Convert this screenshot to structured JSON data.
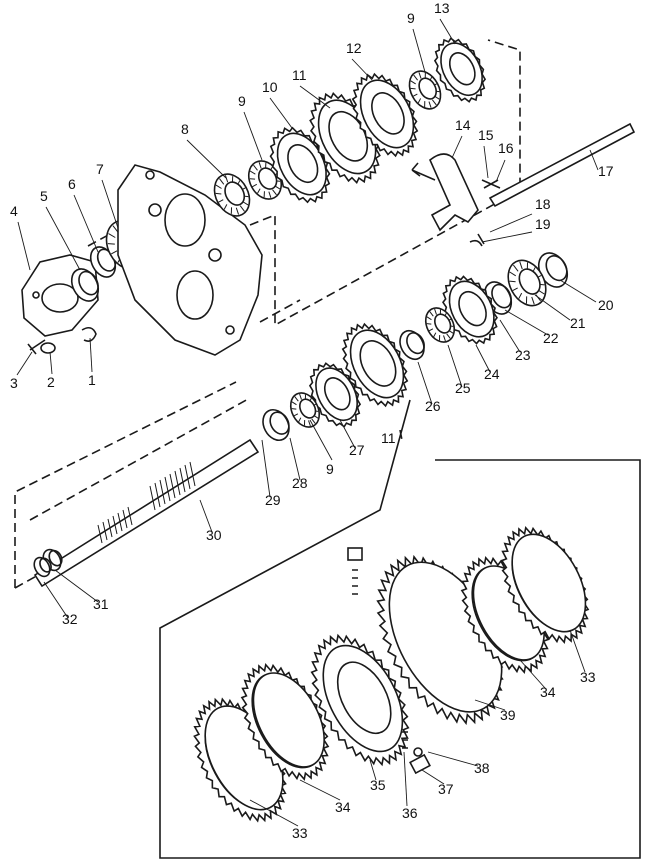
{
  "diagram": {
    "part_labels": [
      {
        "id": "p1",
        "text": "1"
      },
      {
        "id": "p2",
        "text": "2"
      },
      {
        "id": "p3",
        "text": "3"
      },
      {
        "id": "p4",
        "text": "4"
      },
      {
        "id": "p5",
        "text": "5"
      },
      {
        "id": "p6",
        "text": "6"
      },
      {
        "id": "p7",
        "text": "7"
      },
      {
        "id": "p8",
        "text": "8"
      },
      {
        "id": "p9a",
        "text": "9"
      },
      {
        "id": "p9b",
        "text": "9"
      },
      {
        "id": "p9c",
        "text": "9"
      },
      {
        "id": "p10",
        "text": "10"
      },
      {
        "id": "p11a",
        "text": "11"
      },
      {
        "id": "p11b",
        "text": "11"
      },
      {
        "id": "p12",
        "text": "12"
      },
      {
        "id": "p13",
        "text": "13"
      },
      {
        "id": "p14",
        "text": "14"
      },
      {
        "id": "p15",
        "text": "15"
      },
      {
        "id": "p16",
        "text": "16"
      },
      {
        "id": "p17",
        "text": "17"
      },
      {
        "id": "p18",
        "text": "18"
      },
      {
        "id": "p19",
        "text": "19"
      },
      {
        "id": "p20",
        "text": "20"
      },
      {
        "id": "p21",
        "text": "21"
      },
      {
        "id": "p22",
        "text": "22"
      },
      {
        "id": "p23",
        "text": "23"
      },
      {
        "id": "p24",
        "text": "24"
      },
      {
        "id": "p25",
        "text": "25"
      },
      {
        "id": "p26",
        "text": "26"
      },
      {
        "id": "p27",
        "text": "27"
      },
      {
        "id": "p28",
        "text": "28"
      },
      {
        "id": "p29",
        "text": "29"
      },
      {
        "id": "p30",
        "text": "30"
      },
      {
        "id": "p31",
        "text": "31"
      },
      {
        "id": "p32",
        "text": "32"
      },
      {
        "id": "p33a",
        "text": "33"
      },
      {
        "id": "p33b",
        "text": "33"
      },
      {
        "id": "p34a",
        "text": "34"
      },
      {
        "id": "p34b",
        "text": "34"
      },
      {
        "id": "p35",
        "text": "35"
      },
      {
        "id": "p36",
        "text": "36"
      },
      {
        "id": "p37",
        "text": "37"
      },
      {
        "id": "p38",
        "text": "38"
      },
      {
        "id": "p39",
        "text": "39"
      }
    ]
  }
}
